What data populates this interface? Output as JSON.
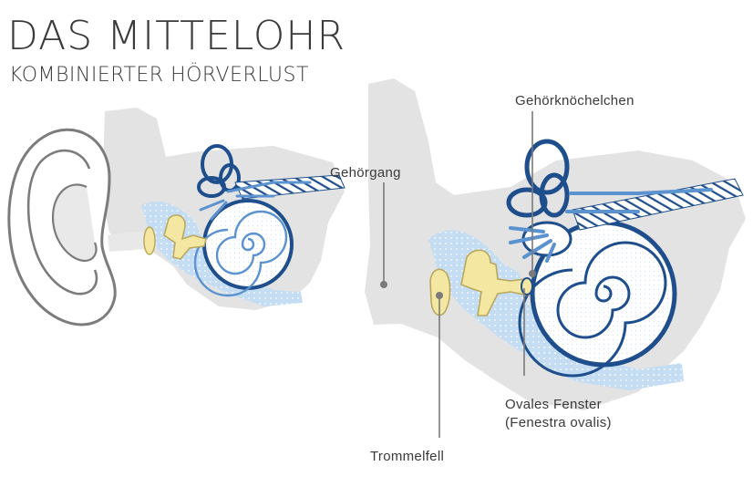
{
  "header": {
    "title": "DAS MITTELOHR",
    "subtitle": "KOMBINIERTER HÖRVERLUST"
  },
  "labels": {
    "ossicles": "Gehörknöchelchen",
    "ear_canal": "Gehörgang",
    "oval_window_line1": "Ovales Fenster",
    "oval_window_line2": "(Fenestra ovalis)",
    "eardrum": "Trommelfell"
  },
  "colors": {
    "bone_gray": "#e3e3e3",
    "fluid_blue": "#c4ddf2",
    "structure_navy": "#1f4e8c",
    "nerve_blue": "#5b92d0",
    "ossicle_yellow": "#f3e7a2",
    "ossicle_outline": "#b9a85c",
    "leader_gray": "#7a7a7a"
  }
}
